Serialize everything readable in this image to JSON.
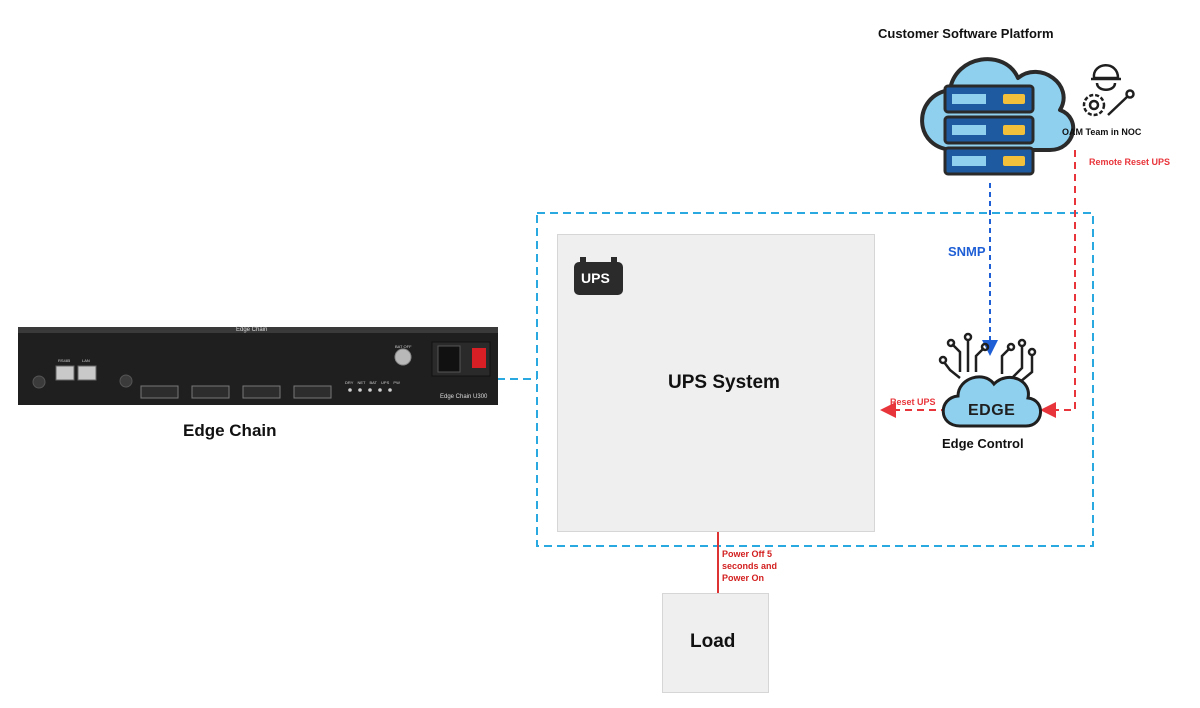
{
  "title": "Customer Software Platform",
  "oam_team": "OAM Team in NOC",
  "remote_reset": "Remote Reset UPS",
  "snmp": "SNMP",
  "ups_icon_text": "UPS",
  "ups_system": "UPS System",
  "edge_badge": "EDGE",
  "edge_control": "Edge Control",
  "reset_ups": "Reset UPS",
  "power_cycle": [
    "Power Off 5",
    "seconds and",
    "Power On"
  ],
  "load": "Load",
  "edge_chain": "Edge Chain",
  "device": {
    "top_label": "Edge Chain",
    "model_label": "Edge Chain U300",
    "bat_off": "BAT OFF",
    "ports": [
      "RS485",
      "LAN"
    ],
    "leds": [
      "DRY",
      "NET",
      "BAT",
      "UPS",
      "PW"
    ]
  },
  "colors": {
    "blue_dashed": "#29a9e0",
    "snmp_blue": "#1f5fd6",
    "red": "#e8353b",
    "server_blue": "#1e5a9f",
    "cloud_blue": "#8fd0ef"
  }
}
